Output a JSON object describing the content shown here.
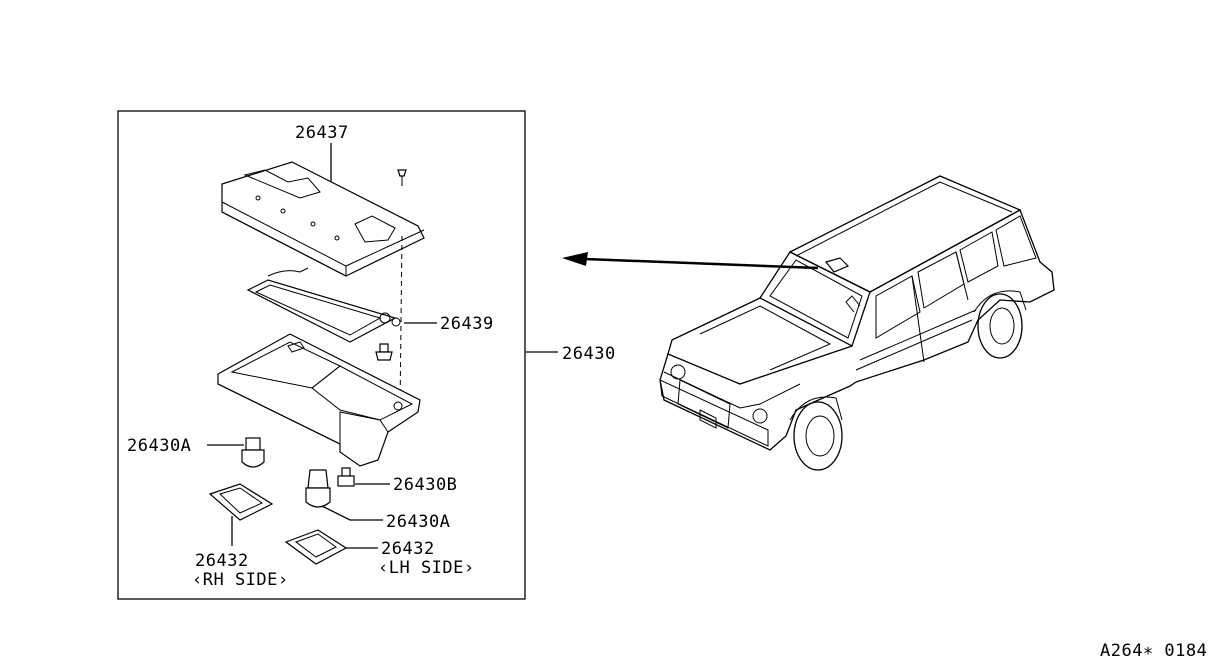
{
  "labels": {
    "cover": "26437",
    "harness": "26439",
    "assembly": "26430",
    "bulb_left": "26430A",
    "screw": "26430B",
    "bulb_right": "26430A",
    "lens_rh_num": "26432",
    "lens_rh_side": "‹RH SIDE›",
    "lens_lh_num": "26432",
    "lens_lh_side": "‹LH SIDE›"
  },
  "code": "A264∗ 0184"
}
